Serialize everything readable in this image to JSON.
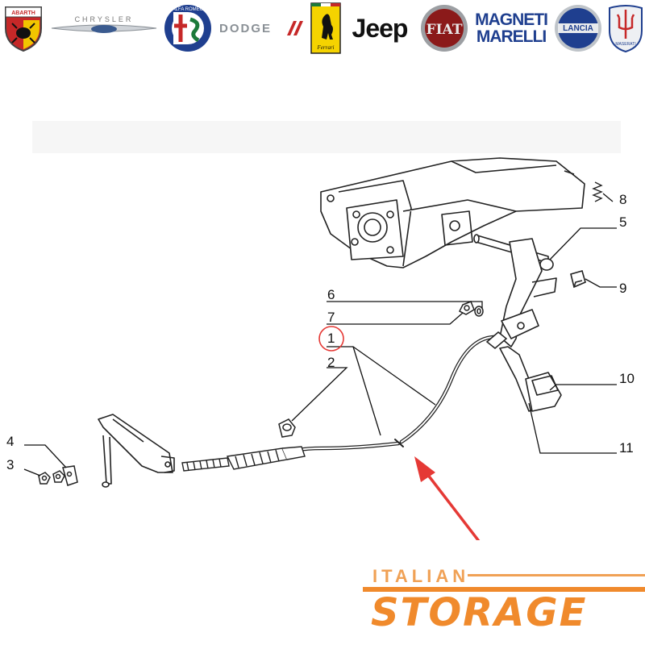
{
  "brands": {
    "abarth": "ABARTH",
    "chrysler": "CHRYSLER",
    "alfa": "ALFA ROMEO",
    "dodge": "DODGE",
    "ferrari": "Ferrari",
    "jeep": "Jeep",
    "fiat": "FIAT",
    "magneti_line1": "MAGNETI",
    "magneti_line2": "MARELLI",
    "lancia": "LANCIA",
    "maserati": "MASERATI"
  },
  "callouts": {
    "c1": "1",
    "c2": "2",
    "c3": "3",
    "c4": "4",
    "c5": "5",
    "c6": "6",
    "c7": "7",
    "c8": "8",
    "c9": "9",
    "c10": "10",
    "c11": "11"
  },
  "colors": {
    "highlight_circle": "#e53935",
    "arrow": "#e53935",
    "watermark_orange": "#f08a2c"
  },
  "watermark": {
    "line1": "ITALIAN",
    "line2": "STORAGE"
  }
}
